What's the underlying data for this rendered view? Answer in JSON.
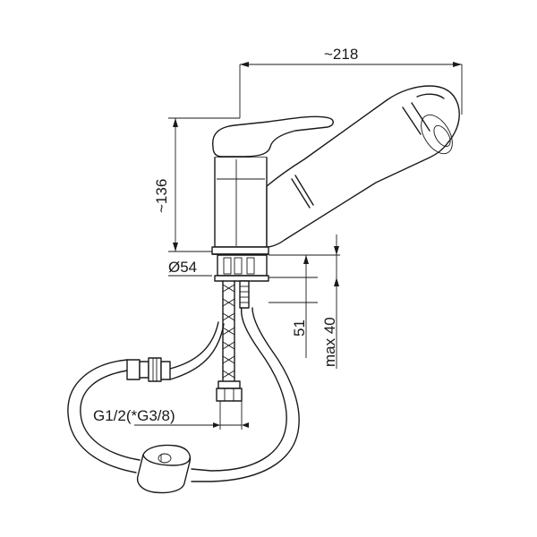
{
  "labels": {
    "reach": "~218",
    "height": "~136",
    "diameter": "Ø54",
    "depth51": "51",
    "max_thickness": "max 40",
    "thread": "G1/2(*G3/8)"
  }
}
